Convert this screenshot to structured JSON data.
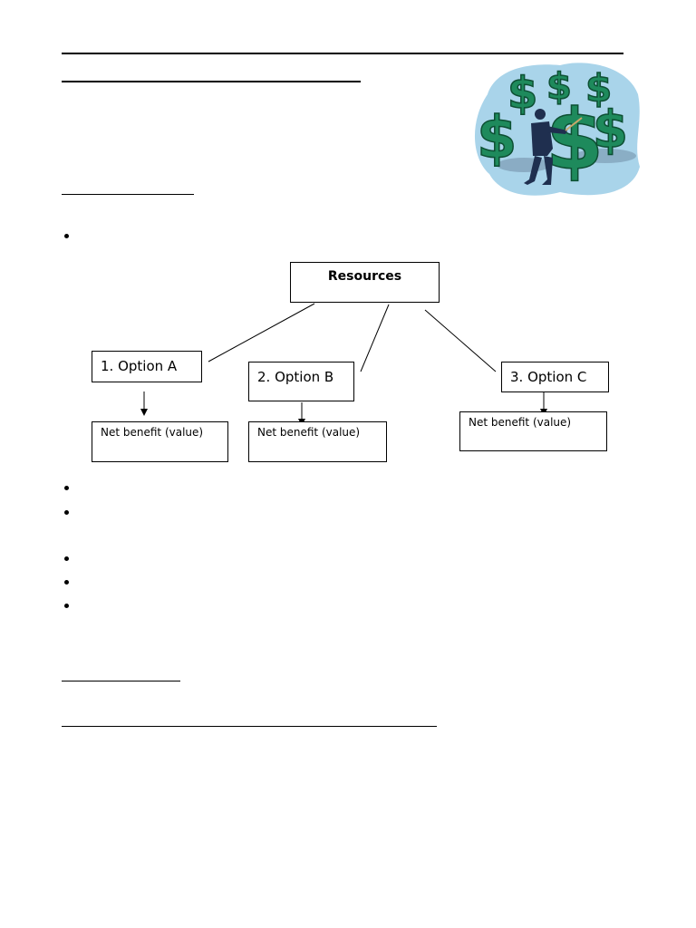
{
  "diagram": {
    "root": "Resources",
    "options": [
      {
        "label": "1. Option A",
        "result": "Net benefit (value)"
      },
      {
        "label": "2. Option B",
        "result": "Net benefit (value)"
      },
      {
        "label": "3. Option C",
        "result": "Net benefit (value)"
      }
    ]
  },
  "clipart": {
    "icon": "dollar-signs-man-clipart",
    "colors": {
      "dollar": "#1e8a5c",
      "background": "#a9d4ea",
      "suit": "#1f2f4f"
    }
  }
}
